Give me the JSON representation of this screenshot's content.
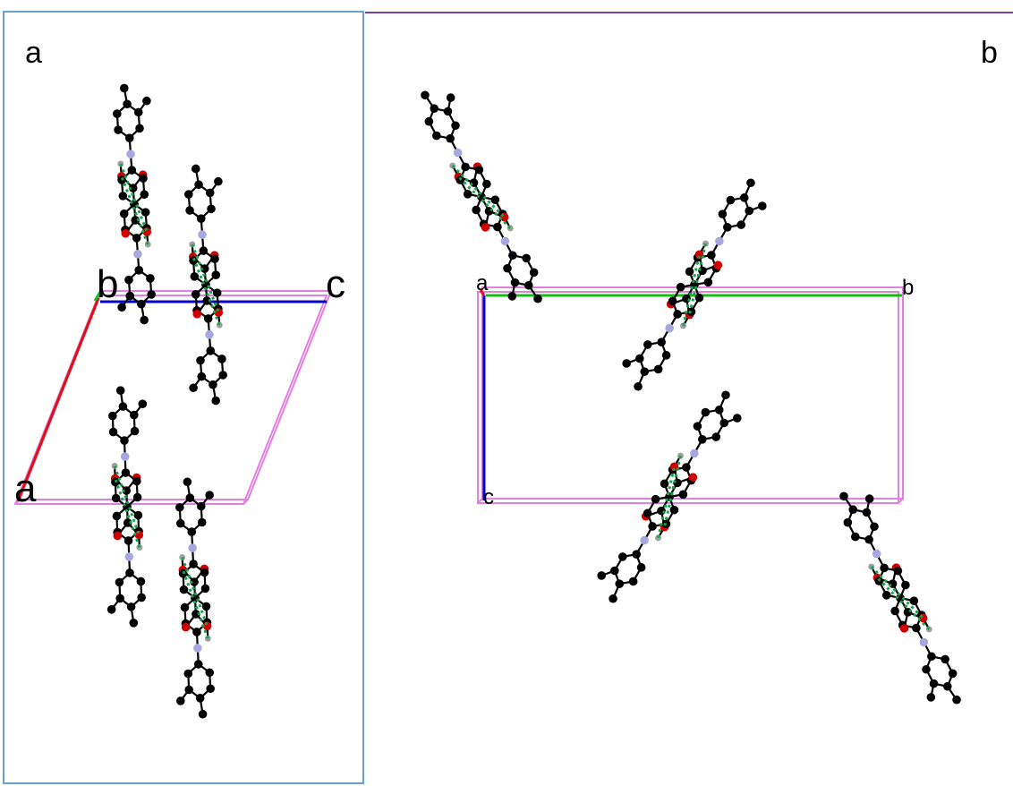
{
  "panels": [
    {
      "label": "a",
      "axes": {
        "a": "a",
        "b": "b",
        "c": "c"
      }
    },
    {
      "label": "b",
      "axes": {
        "a": "a",
        "b": "b",
        "c": "c"
      }
    }
  ],
  "colors": {
    "carbon": "#000000",
    "nitrogen": "#a8a8e0",
    "oxygen": "#d10000",
    "hydrogen": "#a0a0a0",
    "hbond": "#17a34a",
    "cell_edge": "#e080e0",
    "axis_a": "#e01010",
    "axis_b": "#10c010",
    "axis_c": "#0000cc",
    "frame_left": "#6a9fd4",
    "frame_right": "#7a3fa0"
  }
}
